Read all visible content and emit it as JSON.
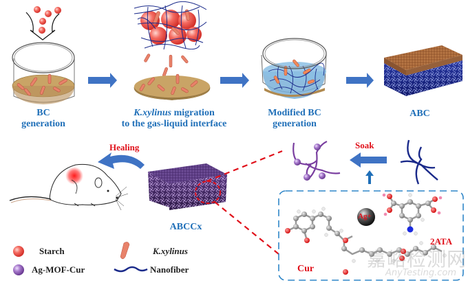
{
  "steps": [
    {
      "label_line1": "BC",
      "label_line2": "generation"
    },
    {
      "label_italic": "K.xylinus",
      "label_rest": " migration",
      "label_line2": "to the gas-liquid interface"
    },
    {
      "label_line1": "Modified BC",
      "label_line2": "generation"
    },
    {
      "label_line1": "ABC"
    }
  ],
  "bottom": {
    "healing_label": "Healing",
    "product_label": "ABCCx",
    "soak_label": "Soak",
    "ag_label": "Ag+",
    "cur_label": "Cur",
    "ata_label": "2ATA"
  },
  "legend": [
    {
      "icon": "starch-sphere-icon",
      "label": "Starch"
    },
    {
      "icon": "kxylinus-rod-icon",
      "label": "K.xylinus"
    },
    {
      "icon": "agmof-sphere-icon",
      "label": "Ag-MOF-Cur"
    },
    {
      "icon": "nanofiber-icon",
      "label": "Nanofiber"
    }
  ],
  "watermark": {
    "cn": "嘉峪检测网",
    "en": "AnyTesting.com"
  },
  "colors": {
    "caption_blue": "#1f6fb8",
    "arrow_blue": "#3f73c4",
    "label_red": "#e0101a",
    "starch": "#f0605a",
    "bacteria": "#e8826a",
    "fiber": "#1a2a8a",
    "purple": "#7a3fa0",
    "medium": "#c9a466",
    "dashed_box": "#2f86c8"
  }
}
